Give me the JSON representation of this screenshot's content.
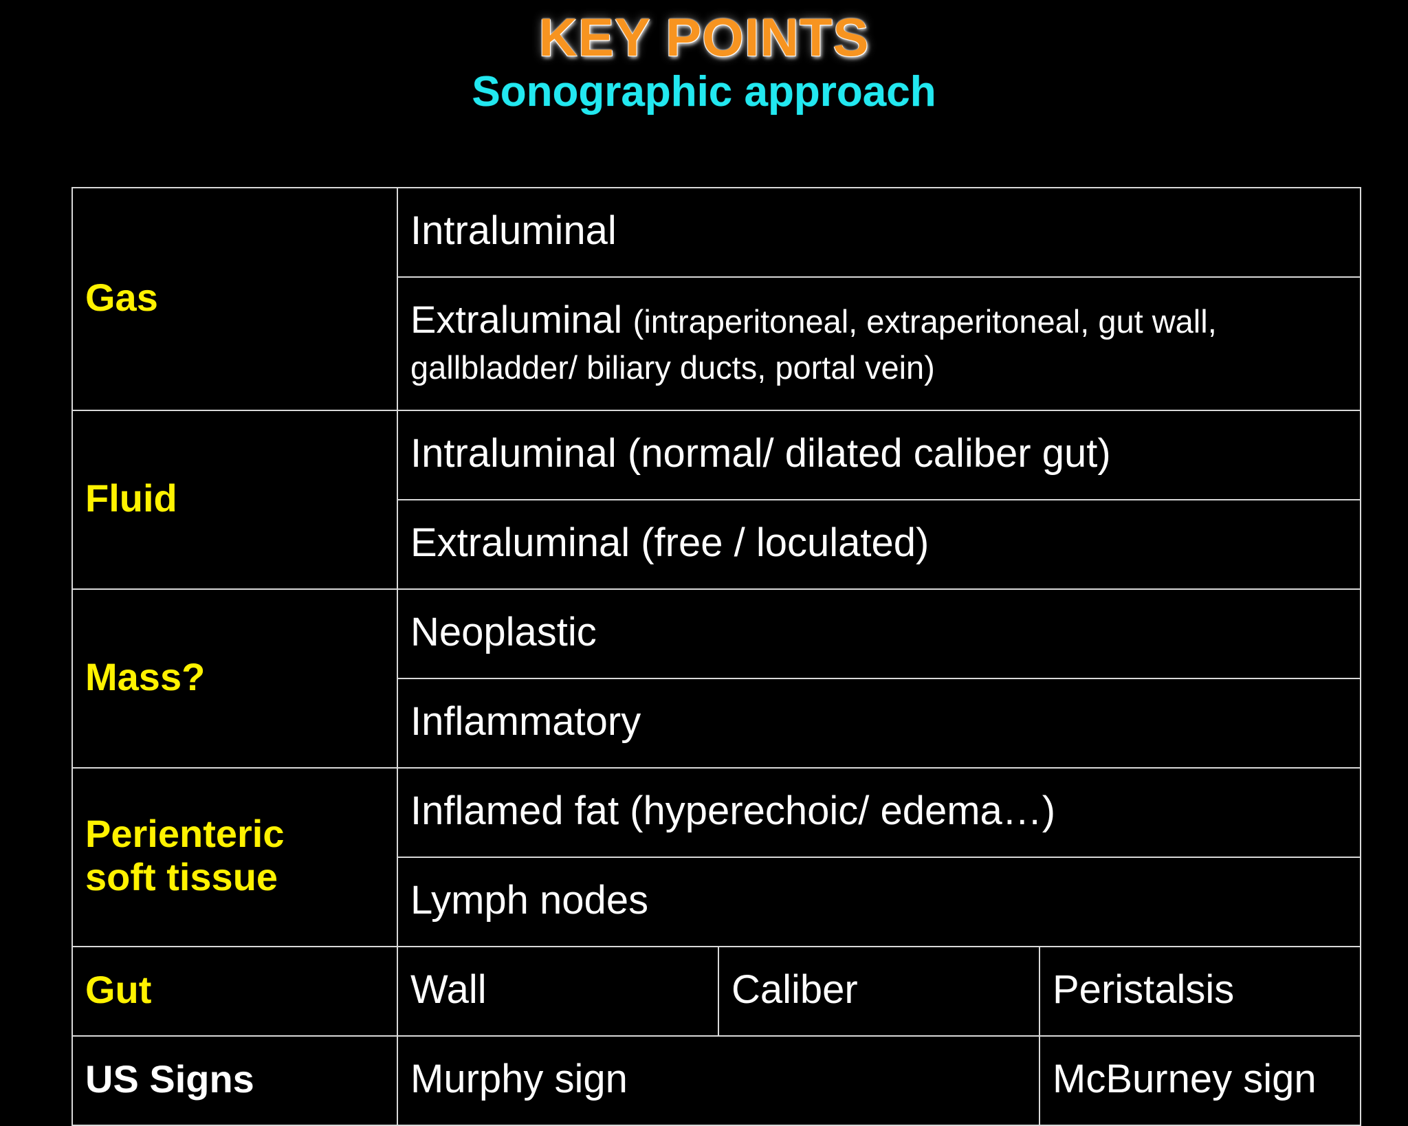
{
  "slide": {
    "background_color": "#000000",
    "title": "KEY POINTS",
    "title_color": "#F79420",
    "subtitle": "Sonographic approach",
    "subtitle_color": "#22E8F0",
    "label_color": "#FFF200",
    "text_color": "#FFFFFF",
    "border_color": "#D9D9D9"
  },
  "table": {
    "rows": [
      {
        "label": "Gas",
        "label_style": "yellow",
        "items": [
          {
            "text": "Intraluminal"
          },
          {
            "text": "Extraluminal ",
            "paren": "(intraperitoneal, extraperitoneal, gut wall, gallbladder/ biliary ducts, portal vein)"
          }
        ]
      },
      {
        "label": "Fluid",
        "label_style": "yellow",
        "items": [
          {
            "text": "Intraluminal  (normal/ dilated caliber gut)"
          },
          {
            "text": "Extraluminal (free / loculated)"
          }
        ]
      },
      {
        "label": "Mass?",
        "label_style": "yellow",
        "items": [
          {
            "text": "Neoplastic"
          },
          {
            "text": "Inflammatory"
          }
        ]
      },
      {
        "label": "Perienteric soft tissue",
        "label_line1": "Perienteric",
        "label_line2": "soft tissue",
        "label_style": "yellow",
        "items": [
          {
            "text": "Inflamed fat (hyperechoic/ edema…)"
          },
          {
            "text": "Lymph nodes"
          }
        ]
      },
      {
        "label": "Gut",
        "label_style": "yellow",
        "columns": [
          "Wall",
          "Caliber",
          "Peristalsis"
        ]
      },
      {
        "label": "US Signs",
        "label_style": "white",
        "columns": [
          "Murphy sign",
          "McBurney sign"
        ]
      }
    ]
  }
}
